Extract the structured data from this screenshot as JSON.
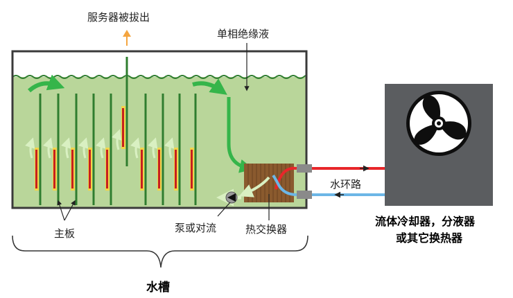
{
  "labels": {
    "server_pulled_out": "服务器被拔出",
    "single_phase_fluid": "单相绝缘液",
    "motherboard": "主板",
    "pump_or_convection": "泵或对流",
    "heat_exchanger": "热交换器",
    "water_loop": "水环路",
    "cooler_line1": "流体冷却器，分液器",
    "cooler_line2": "或其它换热器",
    "water_tank": "水槽"
  },
  "colors": {
    "tank_fluid": "#b9d69a",
    "tank_border": "#3a3a3a",
    "board": "#2f7d2f",
    "chip_red": "#c62020",
    "chip_yellow": "#f1d548",
    "heat_exchanger": "#8a5a2e",
    "hot_pipe": "#e8262a",
    "cold_pipe": "#6cb6e6",
    "cooler_box": "#5b5d60",
    "flow_arrow_green": "#35b54a",
    "flow_arrow_light": "#d9f0c2",
    "up_arrow": "#f4a540"
  },
  "icons": [
    "fan-icon",
    "pump-icon",
    "up-arrow-icon",
    "flow-arrow-icon"
  ]
}
